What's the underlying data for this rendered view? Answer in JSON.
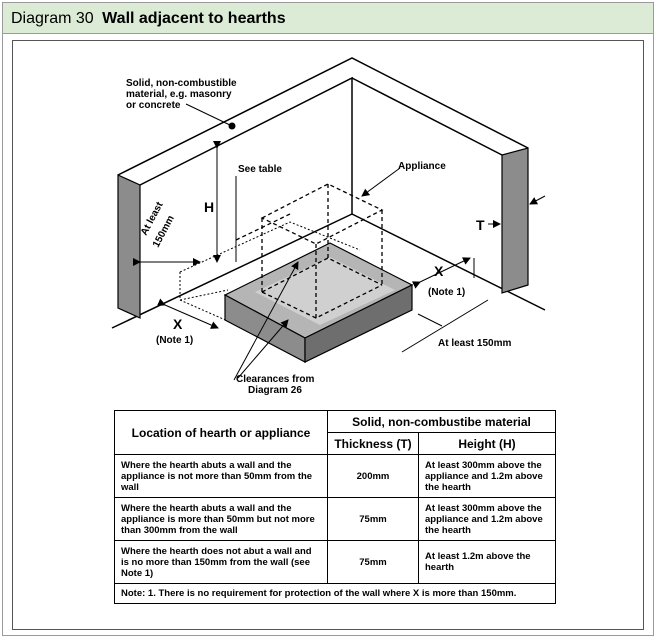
{
  "figure": {
    "number": "Diagram 30",
    "title": "Wall adjacent to hearths"
  },
  "labels": {
    "material_l1": "Solid, non-combustible",
    "material_l2": "material, e.g. masonry",
    "material_l3": "or concrete",
    "see_table": "See table",
    "appliance": "Appliance",
    "h": "H",
    "t": "T",
    "at_least_l1": "At least",
    "at_least_l2": "150mm",
    "x": "X",
    "note1": "(Note 1)",
    "at_least_150": "At least 150mm",
    "clearances_l1": "Clearances from",
    "clearances_l2": "Diagram 26"
  },
  "table": {
    "col_location": "Location of hearth or appliance",
    "group_header": "Solid, non-combustibe material",
    "col_thickness": "Thickness (T)",
    "col_height": "Height (H)",
    "rows": [
      {
        "location": "Where the hearth abuts a wall and the appliance is not more than 50mm from the wall",
        "thickness": "200mm",
        "height": "At least 300mm above the appliance and 1.2m above the hearth"
      },
      {
        "location": "Where the hearth abuts a wall and the appliance is more than 50mm but not more than 300mm from the wall",
        "thickness": "75mm",
        "height": "At least 300mm above the appliance and 1.2m above the hearth"
      },
      {
        "location": "Where the hearth does not abut a wall and is no more than 150mm from the wall (see Note 1)",
        "thickness": "75mm",
        "height": "At least 1.2m above the hearth"
      }
    ],
    "note": "Note: 1. There is no requirement for protection of the wall where X is more than 150mm."
  }
}
